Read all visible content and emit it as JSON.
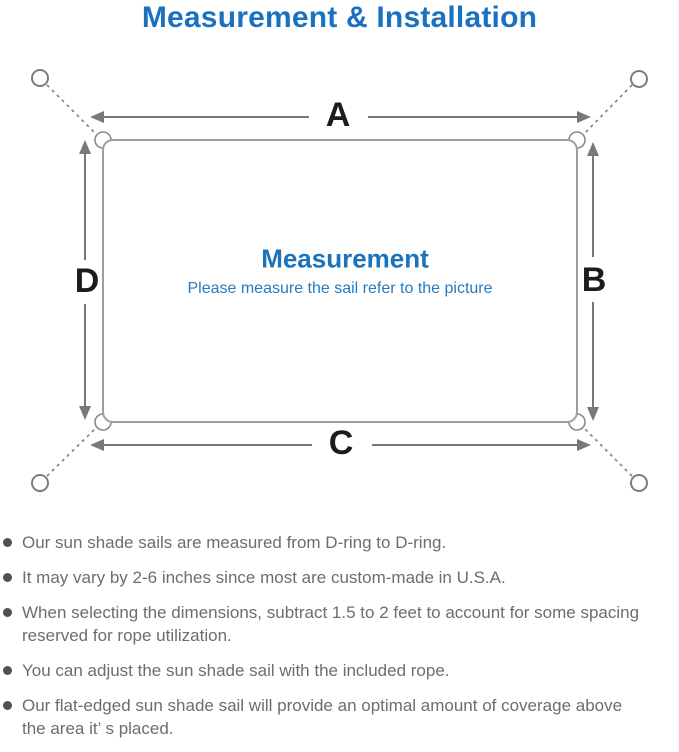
{
  "title": "Measurement & Installation",
  "diagram": {
    "heading": "Measurement",
    "subheading": "Please measure the sail refer to the picture",
    "labels": {
      "a": "A",
      "b": "B",
      "c": "C",
      "d": "D"
    },
    "colors": {
      "accent_blue": "#1a71c1",
      "heading_blue": "#1a73bb",
      "line_gray": "#7d7d7d",
      "sail_outline_gray": "#9e9e9e",
      "label_black": "#1c1c1c",
      "note_text_gray": "#6d6d6d"
    }
  },
  "notes": {
    "items": [
      {
        "lines": [
          "Our sun shade sails are measured from D-ring to D-ring."
        ]
      },
      {
        "lines": [
          "It may vary by 2-6 inches since most are custom-made in U.S.A."
        ]
      },
      {
        "lines": [
          "When selecting the dimensions, subtract 1.5 to 2 feet to account for some spacing",
          "reserved for rope utilization."
        ]
      },
      {
        "lines": [
          "You can adjust the sun shade sail with the included rope."
        ]
      },
      {
        "lines": [
          "Our flat-edged sun shade sail will provide an optimal amount of coverage above",
          "the area it’ s placed."
        ]
      }
    ]
  }
}
